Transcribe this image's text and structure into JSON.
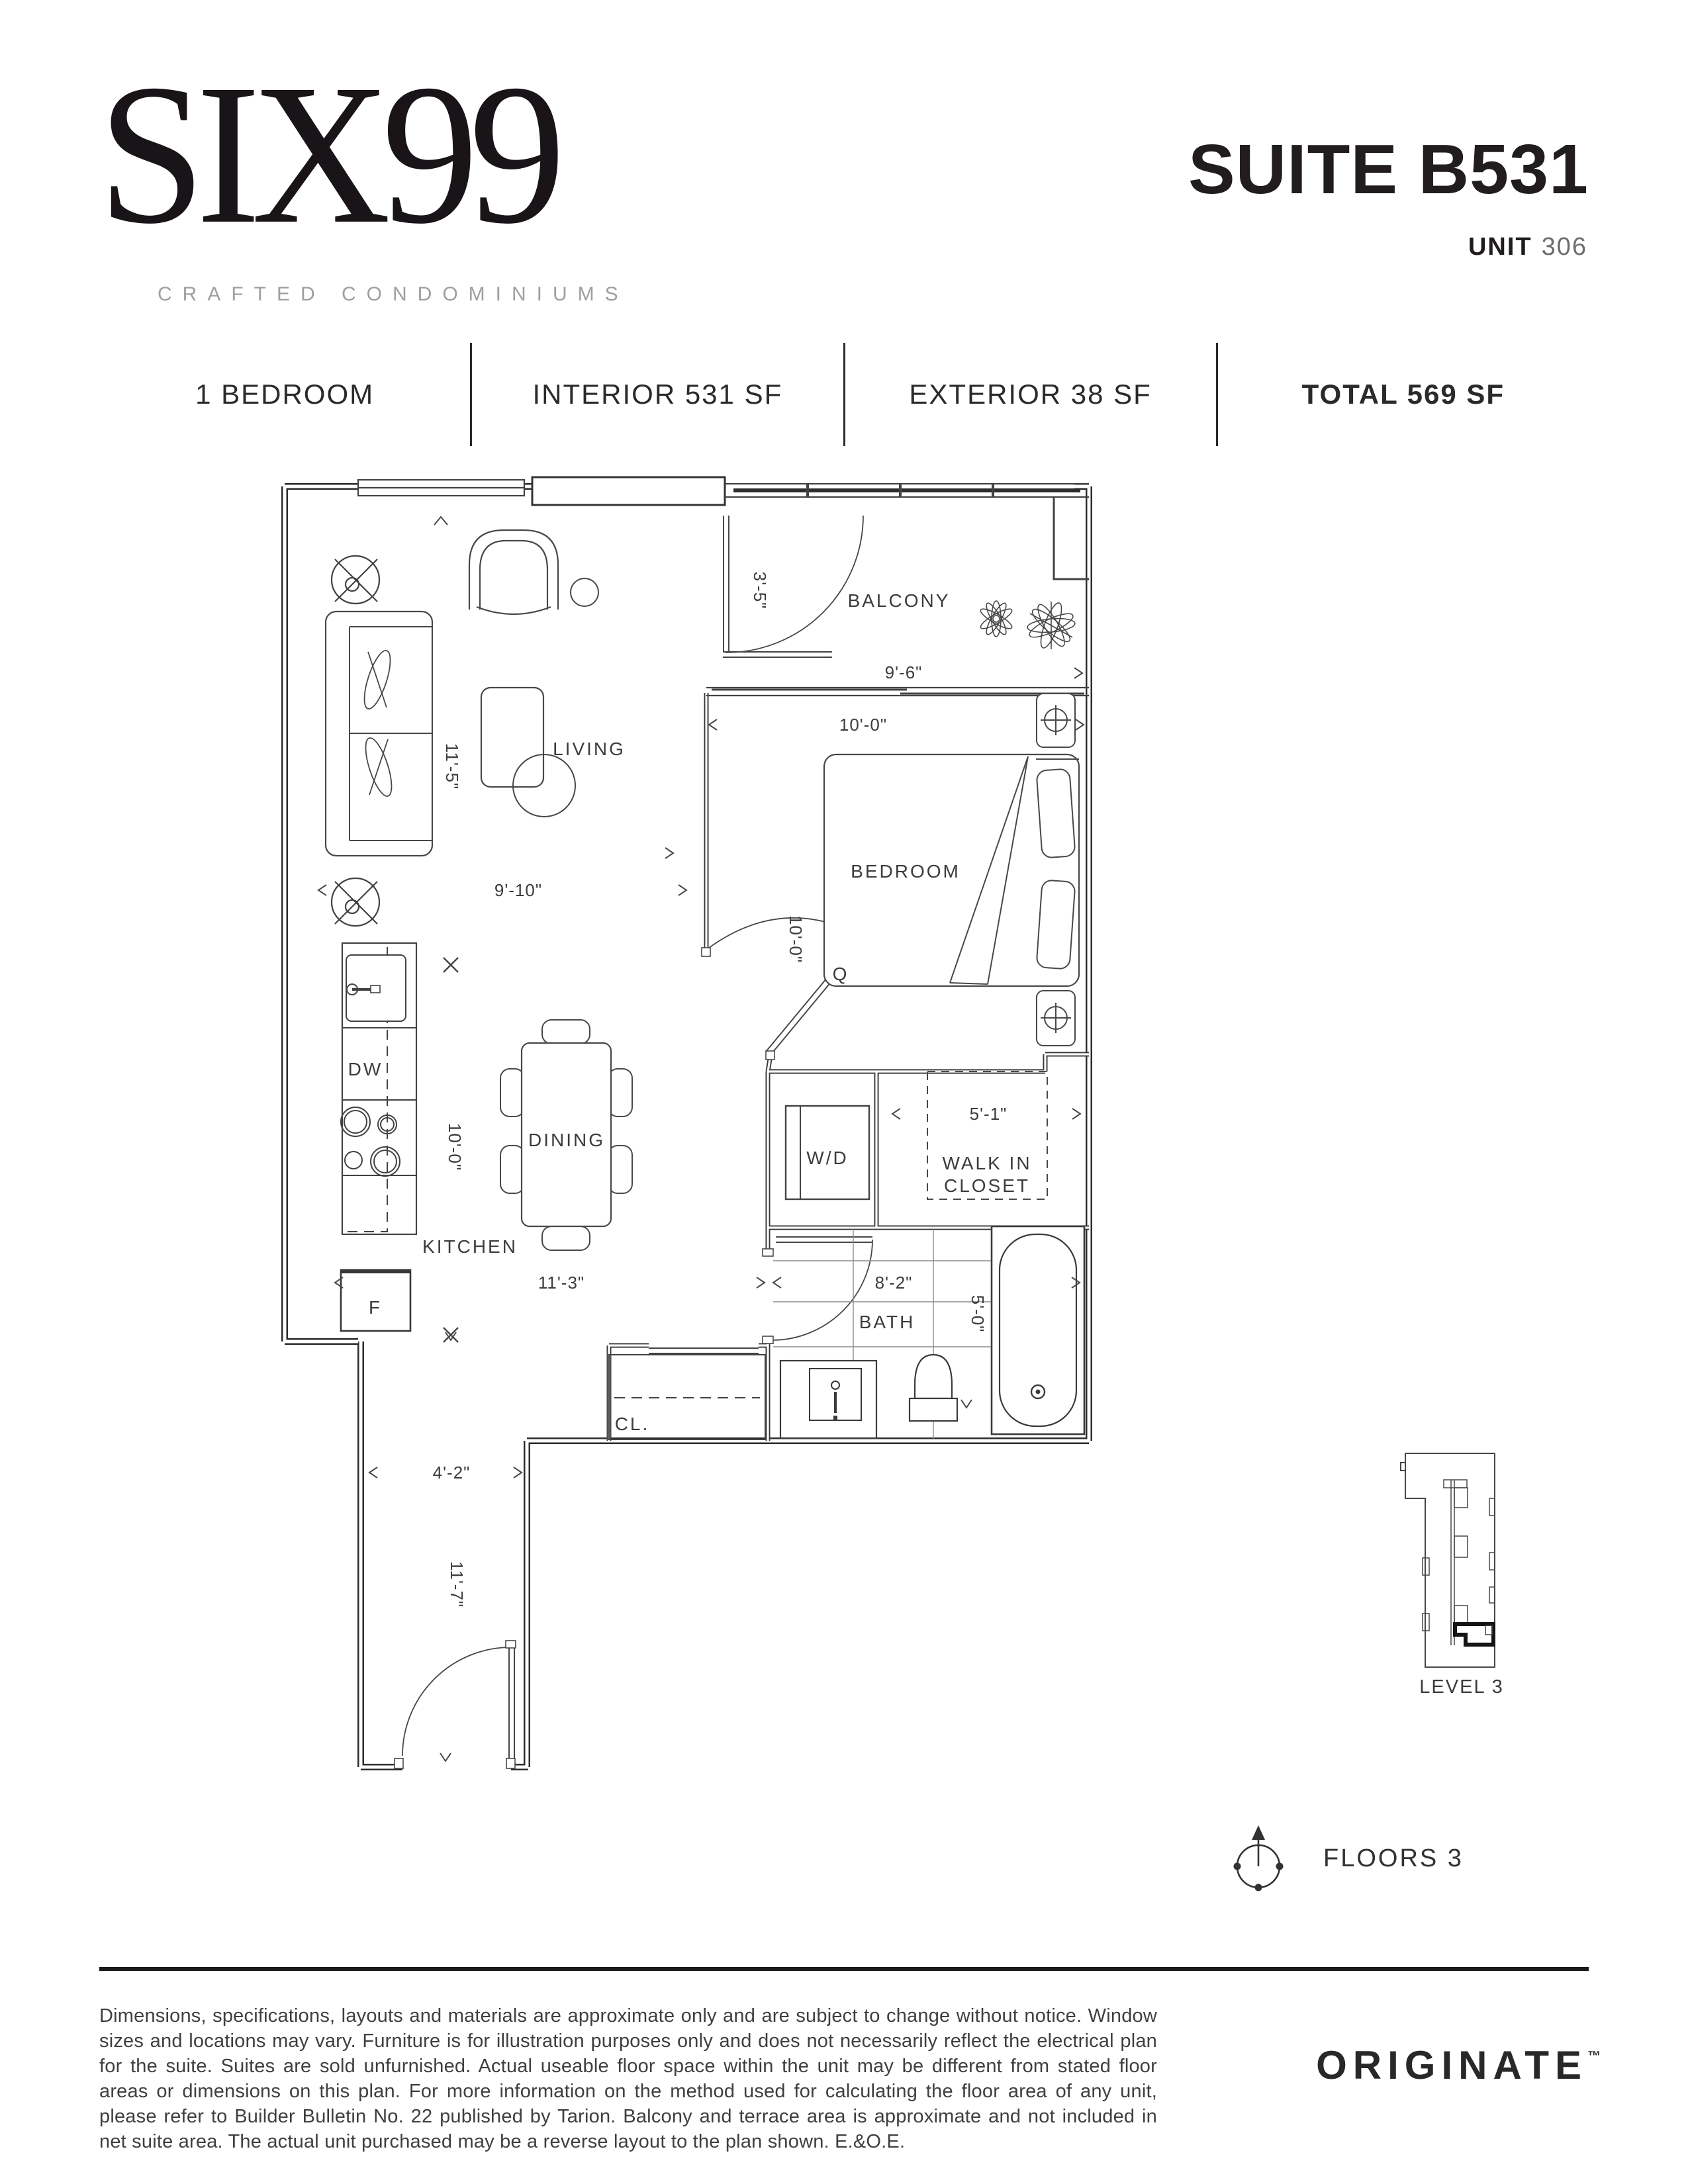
{
  "header": {
    "logo_title": "SIX99",
    "logo_subtitle": "CRAFTED CONDOMINIUMS",
    "suite_title": "SUITE B531",
    "unit_label": "UNIT",
    "unit_number": "306"
  },
  "summary": {
    "bedroom": "1 BEDROOM",
    "interior": "INTERIOR 531 SF",
    "exterior": "EXTERIOR 38 SF",
    "total": "TOTAL 569 SF"
  },
  "plan": {
    "labels": {
      "balcony": "BALCONY",
      "living": "LIVING",
      "bedroom": "BEDROOM",
      "dining": "DINING",
      "kitchen": "KITCHEN",
      "washer_dryer": "W/D",
      "walk_in_line1": "WALK IN",
      "walk_in_line2": "CLOSET",
      "bath": "BATH",
      "closet": "CL.",
      "dishwasher": "DW",
      "fridge": "F",
      "queen_bed": "Q"
    },
    "dims": {
      "balcony_door": "3'-5\"",
      "balcony_width": "9'-6\"",
      "bedroom_width": "10'-0\"",
      "bedroom_depth": "10'-0\"",
      "living_depth": "11'-5\"",
      "living_width": "9'-10\"",
      "walk_in_width": "5'-1\"",
      "kitchen_depth": "10'-0\"",
      "dining_width": "11'-3\"",
      "bath_width": "8'-2\"",
      "bath_depth": "5'-0\"",
      "foyer_width": "4'-2\"",
      "foyer_depth": "11'-7\""
    }
  },
  "keyplan": {
    "level": "LEVEL 3"
  },
  "compass": {
    "label": "FLOORS 3"
  },
  "footer": {
    "disclaimer": "Dimensions, specifications, layouts and materials are approximate only and are subject to change without notice. Window sizes and locations may vary. Furniture is for illustration purposes only and does not necessarily reflect the electrical plan for the suite. Suites are sold unfurnished. Actual useable floor space within the unit may be different from stated floor areas or dimensions on this plan. For more information on the method used for calculating the floor area of any unit, please refer to Builder Bulletin No. 22 published by Tarion. Balcony and terrace area is approximate and not included in net suite area. The actual unit purchased may be a reverse layout to the plan shown. E.&O.E.",
    "brand": "ORIGINATE",
    "trademark": "™"
  }
}
